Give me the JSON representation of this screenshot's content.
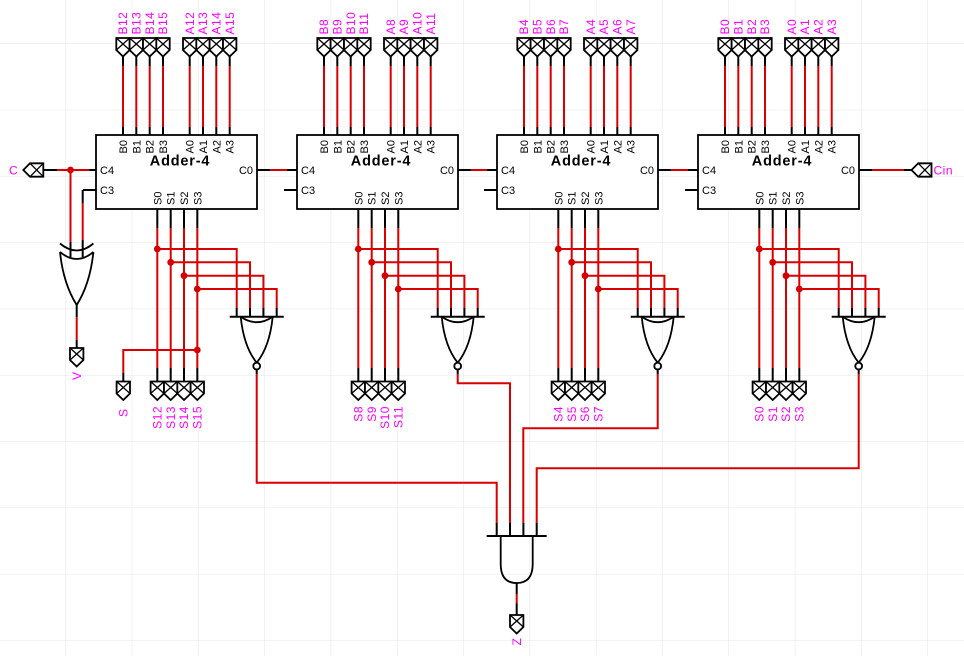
{
  "adders": [
    {
      "label": "Adder-4",
      "ports": {
        "c4": "C4",
        "c3": "C3",
        "c0": "C0"
      },
      "port_names_top": [
        "B0",
        "B1",
        "B2",
        "B3",
        "A0",
        "A1",
        "A2",
        "A3"
      ],
      "port_names_bottom": [
        "S0",
        "S1",
        "S2",
        "S3"
      ],
      "inputs": [
        "B12",
        "B13",
        "B14",
        "B15",
        "A12",
        "A13",
        "A14",
        "A15"
      ],
      "outputs": [
        "S12",
        "S13",
        "S14",
        "S15"
      ]
    },
    {
      "label": "Adder-4",
      "ports": {
        "c4": "C4",
        "c3": "C3",
        "c0": "C0"
      },
      "port_names_top": [
        "B0",
        "B1",
        "B2",
        "B3",
        "A0",
        "A1",
        "A2",
        "A3"
      ],
      "port_names_bottom": [
        "S0",
        "S1",
        "S2",
        "S3"
      ],
      "inputs": [
        "B8",
        "B9",
        "B10",
        "B11",
        "A8",
        "A9",
        "A10",
        "A11"
      ],
      "outputs": [
        "S8",
        "S9",
        "S10",
        "S11"
      ]
    },
    {
      "label": "Adder-4",
      "ports": {
        "c4": "C4",
        "c3": "C3",
        "c0": "C0"
      },
      "port_names_top": [
        "B0",
        "B1",
        "B2",
        "B3",
        "A0",
        "A1",
        "A2",
        "A3"
      ],
      "port_names_bottom": [
        "S0",
        "S1",
        "S2",
        "S3"
      ],
      "inputs": [
        "B4",
        "B5",
        "B6",
        "B7",
        "A4",
        "A5",
        "A6",
        "A7"
      ],
      "outputs": [
        "S4",
        "S5",
        "S6",
        "S7"
      ]
    },
    {
      "label": "Adder-4",
      "ports": {
        "c4": "C4",
        "c3": "C3",
        "c0": "C0"
      },
      "port_names_top": [
        "B0",
        "B1",
        "B2",
        "B3",
        "A0",
        "A1",
        "A2",
        "A3"
      ],
      "port_names_bottom": [
        "S0",
        "S1",
        "S2",
        "S3"
      ],
      "inputs": [
        "B0",
        "B1",
        "B2",
        "B3",
        "A0",
        "A1",
        "A2",
        "A3"
      ],
      "outputs": [
        "S0",
        "S1",
        "S2",
        "S3"
      ]
    }
  ],
  "flags": {
    "carry_out": "C",
    "carry_in": "Cin",
    "overflow": "V",
    "sign": "S",
    "zero": "Z"
  },
  "colors": {
    "wire": "#d90000",
    "label": "#ff00ff",
    "outline": "#000000",
    "grid": "#e5e5e5",
    "fill": "#ffffff"
  }
}
